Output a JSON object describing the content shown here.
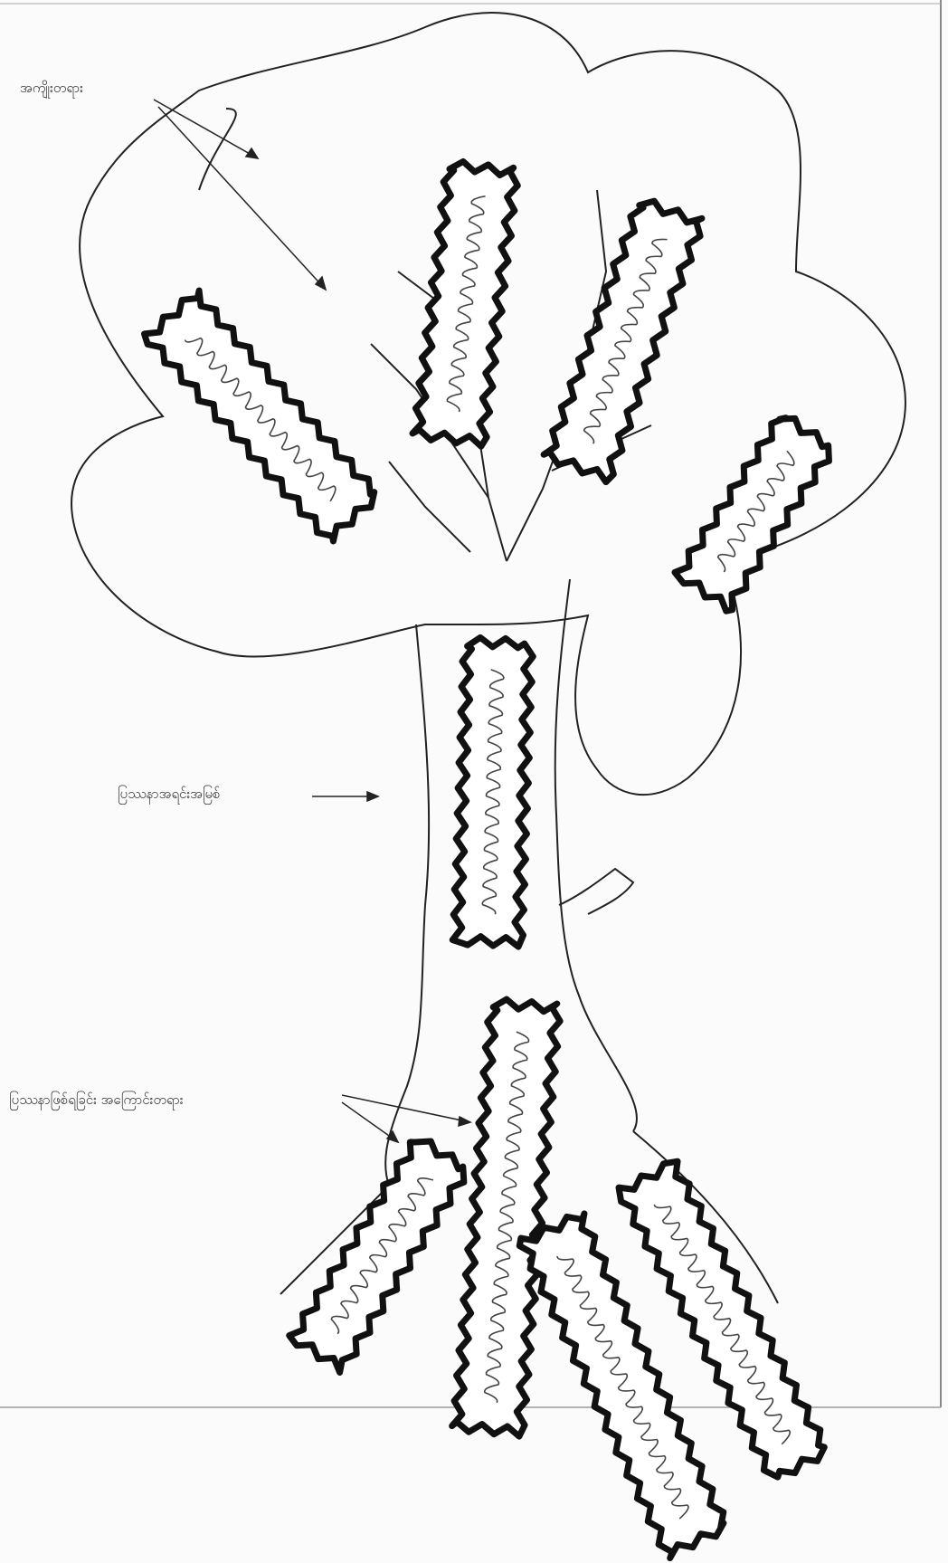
{
  "labels": {
    "effects": "အကျိုးတရား",
    "core_problem": "ပြဿနာအရင်းအမြစ်",
    "causes": "ပြဿနာဖြစ်ရခြင်း အကြောင်းတရား"
  },
  "colors": {
    "ink": "#222222",
    "paper": "#fbfbfb",
    "frame": "#888888"
  }
}
